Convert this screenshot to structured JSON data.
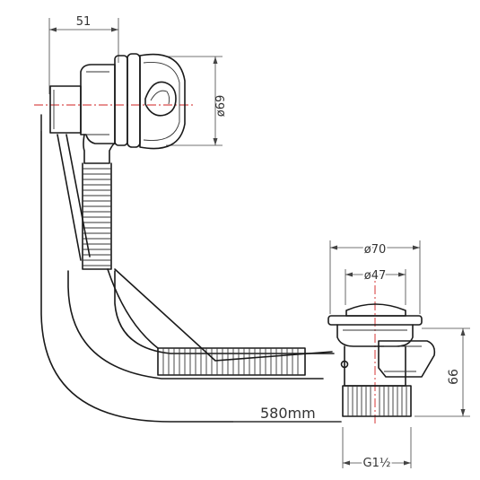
{
  "drawing": {
    "dimensions": {
      "overflow_offset": "51",
      "overflow_diameter": "ø69",
      "waste_outer_diameter": "ø70",
      "waste_inner_diameter": "ø47",
      "waste_height": "66",
      "cable_length": "580mm",
      "thread": "G1½"
    }
  },
  "colors": {
    "line": "#1a1a1a",
    "dimension": "#444444",
    "centerline": "#d02020",
    "background": "#ffffff"
  }
}
